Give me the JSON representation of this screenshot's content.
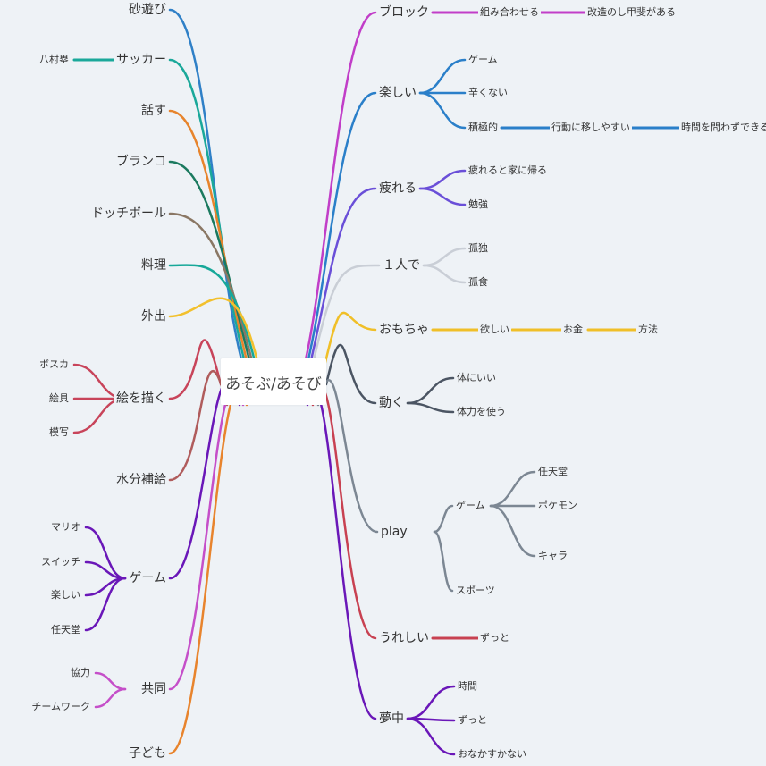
{
  "center": "あそぶ/あそび",
  "left": [
    {
      "label": "砂遊び",
      "color": "#2f80c7"
    },
    {
      "label": "サッカー",
      "color": "#1aa89a",
      "children": [
        {
          "label": "八村塁"
        }
      ]
    },
    {
      "label": "話す",
      "color": "#e7842c"
    },
    {
      "label": "ブランコ",
      "color": "#1b7a5f"
    },
    {
      "label": "ドッチボール",
      "color": "#8a7764"
    },
    {
      "label": "料理",
      "color": "#17a899"
    },
    {
      "label": "外出",
      "color": "#f2c02d"
    },
    {
      "label": "絵を描く",
      "color": "#c8445a",
      "children": [
        {
          "label": "ボスカ"
        },
        {
          "label": "絵具"
        },
        {
          "label": "模写"
        }
      ]
    },
    {
      "label": "水分補給",
      "color": "#b05c5c"
    },
    {
      "label": "ゲーム",
      "color": "#6a17b8",
      "children": [
        {
          "label": "マリオ"
        },
        {
          "label": "スイッチ"
        },
        {
          "label": "楽しい"
        },
        {
          "label": "任天堂"
        }
      ]
    },
    {
      "label": "共同",
      "color": "#c54fc9",
      "children": [
        {
          "label": "協力"
        },
        {
          "label": "チームワーク"
        }
      ]
    },
    {
      "label": "子ども",
      "color": "#e8842d"
    }
  ],
  "right": [
    {
      "label": "ブロック",
      "color": "#c13ec8",
      "children": [
        {
          "label": "組み合わせる",
          "children": [
            {
              "label": "改造のし甲斐がある"
            }
          ]
        }
      ]
    },
    {
      "label": "楽しい",
      "color": "#2a7fc9",
      "children": [
        {
          "label": "ゲーム"
        },
        {
          "label": "辛くない"
        },
        {
          "label": "積極的",
          "children": [
            {
              "label": "行動に移しやすい",
              "children": [
                {
                  "label": "時間を問わずできる"
                }
              ]
            }
          ]
        }
      ]
    },
    {
      "label": "疲れる",
      "color": "#6a4fd8",
      "children": [
        {
          "label": "疲れると家に帰る"
        },
        {
          "label": "勉強"
        }
      ]
    },
    {
      "label": "１人で",
      "color": "#c9ced6",
      "children": [
        {
          "label": "孤独"
        },
        {
          "label": "孤食"
        }
      ]
    },
    {
      "label": "おもちゃ",
      "color": "#f0bf28",
      "children": [
        {
          "label": "欲しい",
          "children": [
            {
              "label": "お金",
              "children": [
                {
                  "label": "方法"
                }
              ]
            }
          ]
        }
      ]
    },
    {
      "label": "動く",
      "color": "#4b5563",
      "children": [
        {
          "label": "体にいい"
        },
        {
          "label": "体力を使う"
        }
      ]
    },
    {
      "label": "play",
      "color": "#7c8793",
      "children": [
        {
          "label": "ゲーム",
          "children": [
            {
              "label": "任天堂"
            },
            {
              "label": "ポケモン"
            },
            {
              "label": "キャラ"
            }
          ]
        },
        {
          "label": "スポーツ"
        }
      ]
    },
    {
      "label": "うれしい",
      "color": "#c84151",
      "children": [
        {
          "label": "ずっと"
        }
      ]
    },
    {
      "label": "夢中",
      "color": "#6a17b8",
      "children": [
        {
          "label": "時間"
        },
        {
          "label": "ずっと"
        },
        {
          "label": "おなかすかない"
        }
      ]
    }
  ]
}
